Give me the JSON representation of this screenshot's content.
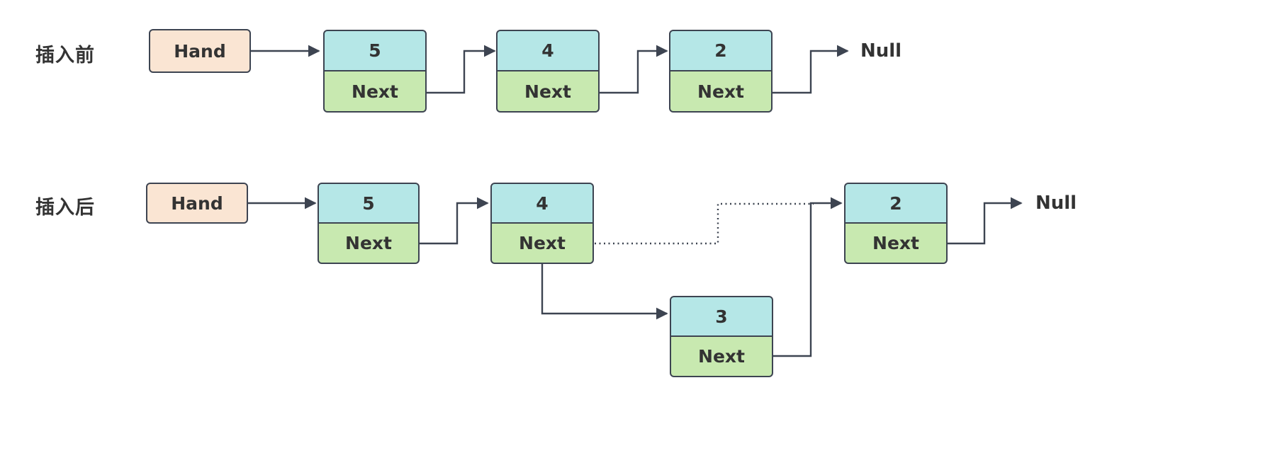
{
  "diagram": {
    "title": "linked-list-insertion",
    "colors": {
      "value_fill": "#b5e7e7",
      "next_fill": "#c8e9b0",
      "hand_fill": "#fae5d3",
      "stroke": "#3d4451",
      "text": "#333333",
      "background": "#ffffff"
    }
  },
  "rows": [
    {
      "id": "before",
      "label": "插入前",
      "hand_label": "Hand",
      "null_label": "Null",
      "nodes": [
        {
          "value": "5",
          "next_label": "Next"
        },
        {
          "value": "4",
          "next_label": "Next"
        },
        {
          "value": "2",
          "next_label": "Next"
        }
      ]
    },
    {
      "id": "after",
      "label": "插入后",
      "hand_label": "Hand",
      "null_label": "Null",
      "nodes": [
        {
          "value": "5",
          "next_label": "Next"
        },
        {
          "value": "4",
          "next_label": "Next"
        },
        {
          "value": "2",
          "next_label": "Next"
        },
        {
          "value": "3",
          "next_label": "Next"
        }
      ]
    }
  ],
  "edges": {
    "before": [
      {
        "from": "hand",
        "to": "node-5",
        "style": "solid"
      },
      {
        "from": "node-5-next",
        "to": "node-4",
        "style": "solid"
      },
      {
        "from": "node-4-next",
        "to": "node-2",
        "style": "solid"
      },
      {
        "from": "node-2-next",
        "to": "null",
        "style": "solid"
      }
    ],
    "after": [
      {
        "from": "hand",
        "to": "node-5",
        "style": "solid"
      },
      {
        "from": "node-5-next",
        "to": "node-4",
        "style": "solid"
      },
      {
        "from": "node-4-next",
        "to": "node-2",
        "style": "dotted"
      },
      {
        "from": "node-4-next",
        "to": "node-3",
        "style": "solid"
      },
      {
        "from": "node-3-next",
        "to": "node-2",
        "style": "solid"
      },
      {
        "from": "node-2-next",
        "to": "null",
        "style": "solid"
      }
    ]
  }
}
